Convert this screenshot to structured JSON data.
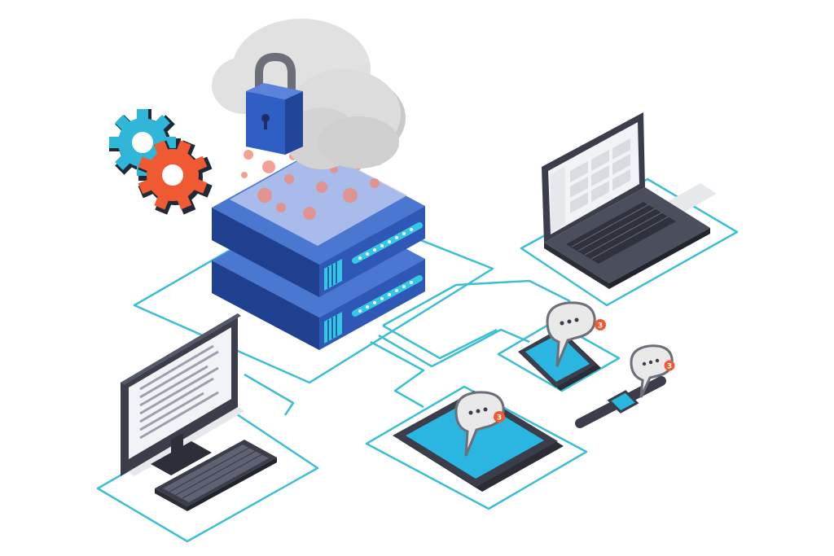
{
  "colors": {
    "background": "#ffffff",
    "connector": "#3cbfd4",
    "server_top": "#4a78d0",
    "server_front": "#2f57b5",
    "server_side": "#1f3f8f",
    "server_glow": "#b9c7f0",
    "cloud": "#e1e1e1",
    "cloud_shade": "#c9c9c9",
    "lock": "#2f5fc4",
    "gear_blue": "#2fb6d9",
    "gear_orange": "#f05a32",
    "screen_cyan": "#2ab6e0",
    "device_dark": "#3b3d4a",
    "bubble": "#e9e9e9",
    "notification": "#f05a32"
  },
  "icons": {
    "server": "server-stack-icon",
    "cloud": "cloud-icon",
    "lock": "padlock-icon",
    "gears": "gears-icon",
    "laptop": "laptop-icon",
    "desktop": "desktop-computer-icon",
    "tablet": "tablet-icon",
    "phone": "smartphone-icon",
    "watch": "smartwatch-icon",
    "bubble": "chat-bubble-icon"
  },
  "notifications": {
    "tablet_count": "3",
    "phone_count": "3",
    "watch_count": "3"
  }
}
